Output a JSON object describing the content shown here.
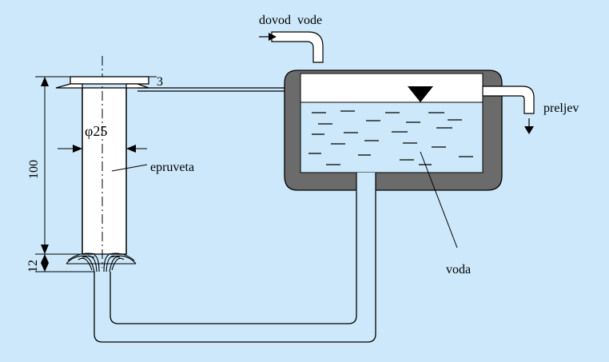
{
  "labels": {
    "inlet": "dovod  vode",
    "overflow": "preljev",
    "tube": "epruveta",
    "water": "voda",
    "diameter": "φ25",
    "dim_flange": "3",
    "dim_length": "100",
    "dim_bottom": "12"
  },
  "colors": {
    "background": "#cce8fa",
    "tank_wall": "#6b6b6b",
    "water": "#cce8fa",
    "air": "#ffffff",
    "stroke": "#000000"
  }
}
